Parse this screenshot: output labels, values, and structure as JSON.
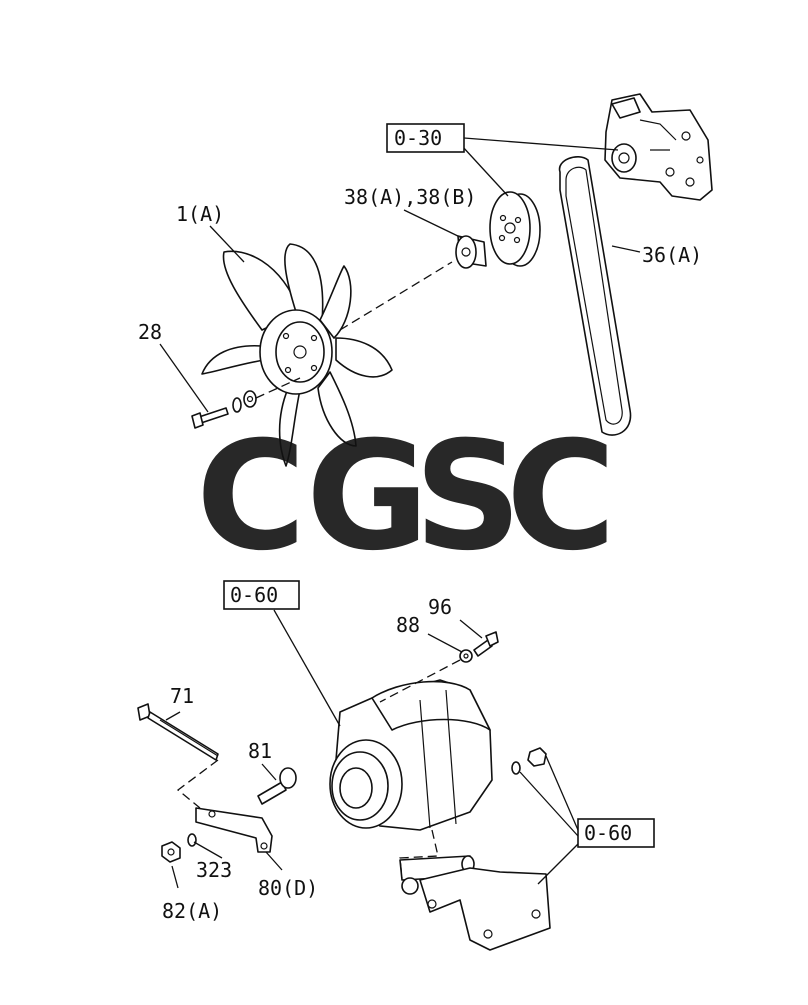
{
  "labels": {
    "ref_top": "0-30",
    "pulley": "38(A),38(B)",
    "fan": "1(A)",
    "belt": "36(A)",
    "fan_bolt": "28",
    "ref_mid": "0-60",
    "washer": "88",
    "bolt_small": "96",
    "long_bolt": "71",
    "bolt_81": "81",
    "washer_323": "323",
    "nut_82": "82(A)",
    "bracket_80": "80(D)",
    "ref_bottom": "0-60"
  },
  "watermark": {
    "letters": [
      "C",
      "G",
      "S",
      "C"
    ],
    "colors": [
      "#7fb0f2",
      "#f3958b",
      "#f6d87c",
      "#79c49b"
    ]
  }
}
